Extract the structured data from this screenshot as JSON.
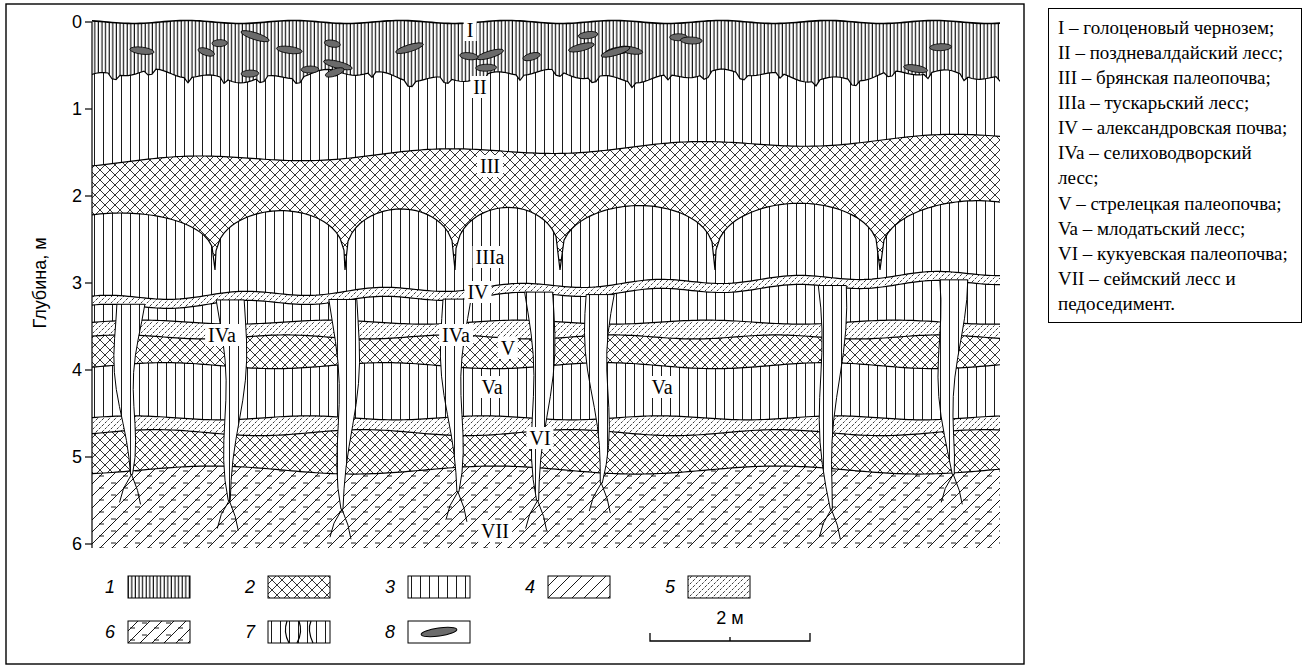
{
  "diagram": {
    "nodes": [
      {
        "text": [
          "I – голоценовый чернозем;",
          "II – поздневалдайский лесс;",
          "III – брянская палеопочва;",
          "IIIa – тускарьский лесс;",
          "IV – александровская почва;",
          "IVa – селиховодворский лесс;",
          "V – стрелецкая палеопочва;",
          "Va – млодатьский лесс;",
          "VI – кукуевская палеопочва;",
          "VII – сеймский лесс и педоседимент."
        ]
      }
    ],
    "labels": [
      "0",
      "1",
      "2",
      "3",
      "4",
      "5",
      "6",
      "Глубина, м",
      "I",
      "II",
      "III",
      "IIIa",
      "IV",
      "IVa",
      "V",
      "IVa",
      "Va",
      "VI",
      "Va",
      "VII",
      "2 м"
    ],
    "legend": [
      {
        "text": "1"
      },
      {
        "text": "2"
      },
      {
        "text": "3"
      },
      {
        "text": "4"
      },
      {
        "text": "5"
      },
      {
        "text": "6"
      },
      {
        "text": "7"
      },
      {
        "text": "8"
      }
    ]
  }
}
